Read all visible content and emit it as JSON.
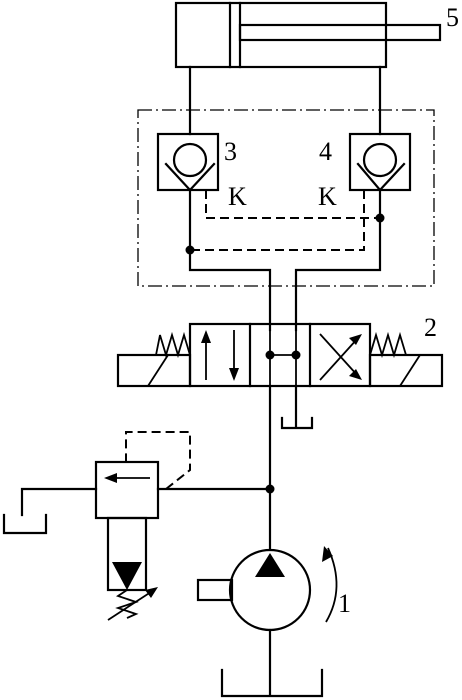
{
  "labels": {
    "cylinder": "5",
    "directional_valve": "2",
    "check_valve_left": "3",
    "check_valve_right": "4",
    "pump": "1",
    "control_port_left": "K",
    "control_port_right": "K"
  }
}
